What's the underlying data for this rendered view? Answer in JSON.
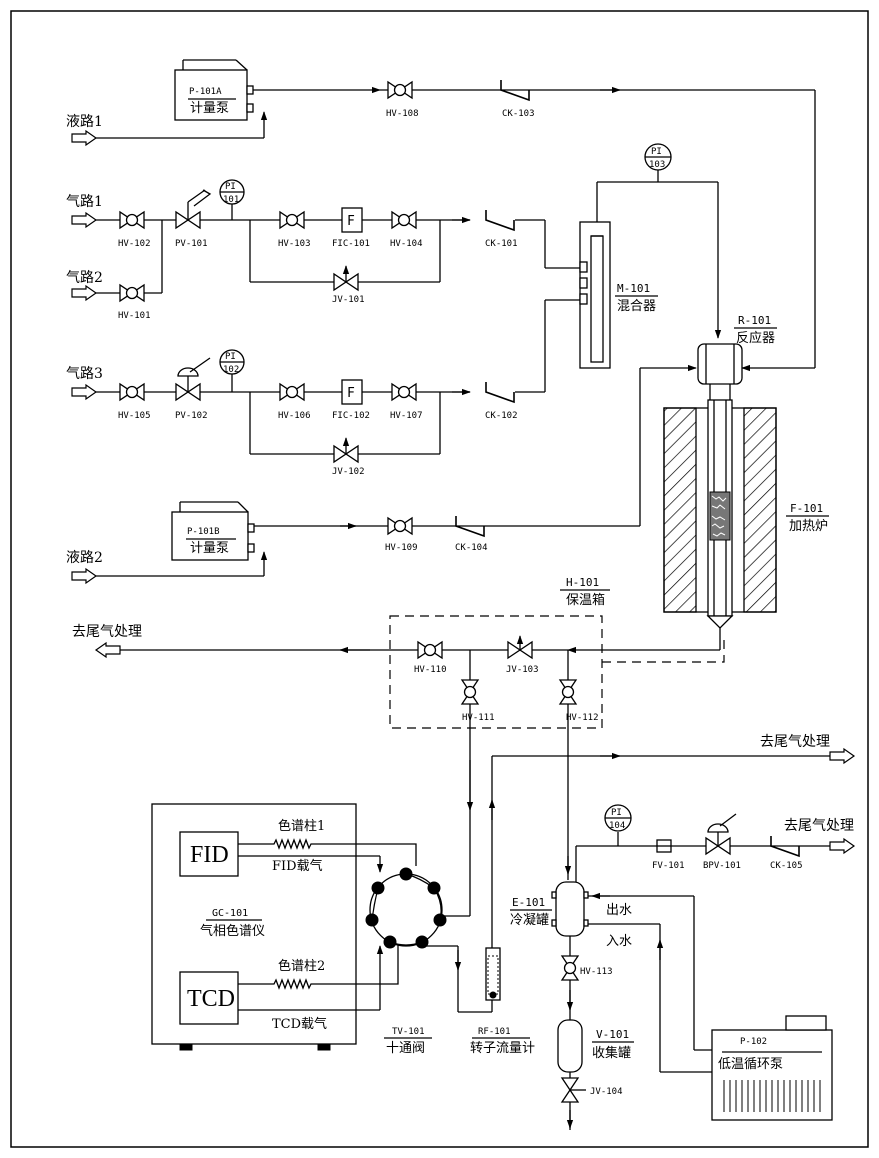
{
  "inputs": {
    "liquid1": "液路1",
    "gas1": "气路1",
    "gas2": "气路2",
    "gas3": "气路3",
    "liquid2": "液路2"
  },
  "outlets": {
    "tail1": "去尾气处理",
    "tail2": "去尾气处理",
    "tail3": "去尾气处理"
  },
  "pumps": {
    "p101a_tag": "P-101A",
    "p101a_name": "计量泵",
    "p101b_tag": "P-101B",
    "p101b_name": "计量泵",
    "p102_tag": "P-102",
    "p102_name": "低温循环泵"
  },
  "valves": {
    "hv101": "HV-101",
    "hv102": "HV-102",
    "hv103": "HV-103",
    "hv104": "HV-104",
    "hv105": "HV-105",
    "hv106": "HV-106",
    "hv107": "HV-107",
    "hv108": "HV-108",
    "hv109": "HV-109",
    "hv110": "HV-110",
    "hv111": "HV-111",
    "hv112": "HV-112",
    "hv113": "HV-113",
    "pv101": "PV-101",
    "pv102": "PV-102",
    "jv101": "JV-101",
    "jv102": "JV-102",
    "jv103": "JV-103",
    "jv104": "JV-104",
    "ck101": "CK-101",
    "ck102": "CK-102",
    "ck103": "CK-103",
    "ck104": "CK-104",
    "ck105": "CK-105",
    "fic101": "FIC-101",
    "fic102": "FIC-102",
    "fv101": "FV-101",
    "bpv101": "BPV-101",
    "f_letter": "F"
  },
  "gauges": {
    "pi_label": "PI",
    "pi101": "101",
    "pi102": "102",
    "pi103": "103",
    "pi104": "104"
  },
  "equipment": {
    "m101_tag": "M-101",
    "m101_name": "混合器",
    "r101_tag": "R-101",
    "r101_name": "反应器",
    "f101_tag": "F-101",
    "f101_name": "加热炉",
    "h101_tag": "H-101",
    "h101_name": "保温箱",
    "e101_tag": "E-101",
    "e101_name": "冷凝罐",
    "v101_tag": "V-101",
    "v101_name": "收集罐",
    "tv101_tag": "TV-101",
    "tv101_name": "十通阀",
    "rf101_tag": "RF-101",
    "rf101_name": "转子流量计",
    "water_out": "出水",
    "water_in": "入水"
  },
  "gc": {
    "fid": "FID",
    "tcd": "TCD",
    "column1": "色谱柱1",
    "column2": "色谱柱2",
    "fid_carrier": "FID载气",
    "tcd_carrier": "TCD载气",
    "tag": "GC-101",
    "name": "气相色谱仪"
  }
}
